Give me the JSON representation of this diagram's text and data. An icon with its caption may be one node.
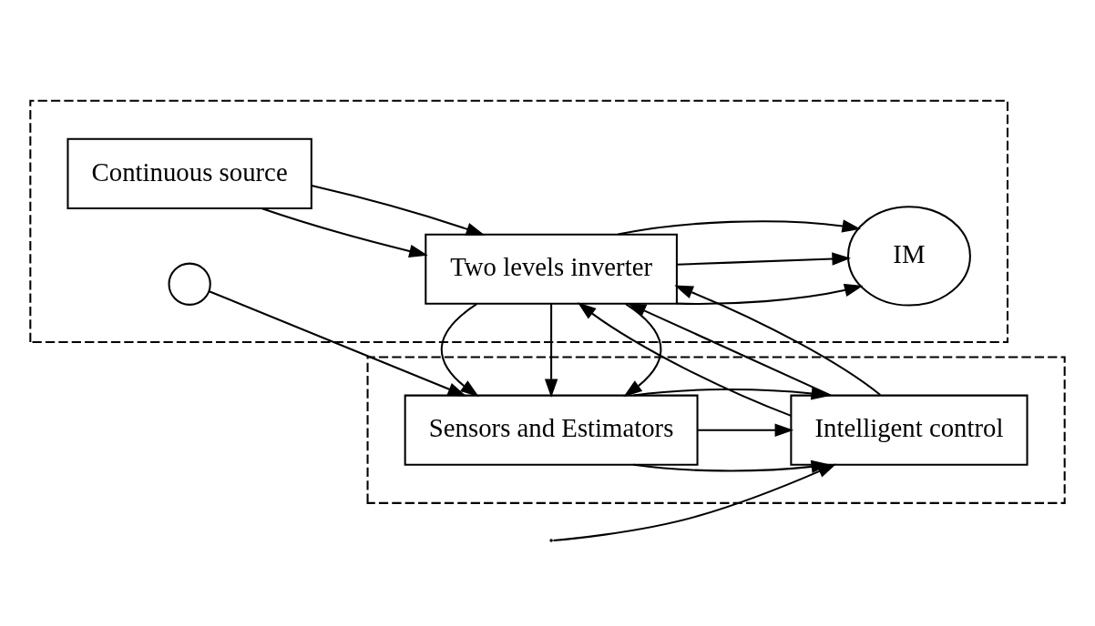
{
  "diagram": {
    "nodes": [
      {
        "text": [],
        "shape": "box"
      },
      {
        "text": [
          "Continuous source"
        ],
        "in": 0
      },
      {
        "text": [
          "Two levels inverter"
        ],
        "in": 0
      },
      {
        "text": [
          "IM"
        ],
        "in": 0
      },
      {
        "text": [],
        "shape": "circle",
        "in": 0
      },
      {
        "text": [],
        "shape": "box"
      },
      {
        "text": [
          "Intelligent control"
        ],
        "in": 5
      },
      {
        "text": [
          "Sensors and Estimators"
        ],
        "in": 5
      }
    ],
    "edges": [
      {
        "from": 1,
        "to": 2,
        "arrow": "to"
      },
      {
        "from": 1,
        "to": 2,
        "arrow": "to"
      },
      {
        "from": 2,
        "to": 3,
        "arrow": "to"
      },
      {
        "from": 2,
        "to": 3,
        "arrow": "to"
      },
      {
        "from": 2,
        "to": 3,
        "arrow": "to"
      },
      {
        "from": 2,
        "to": 7,
        "arrow": "to"
      },
      {
        "from": 2,
        "to": 7,
        "arrow": "to"
      },
      {
        "from": 2,
        "to": 7,
        "arrow": "to"
      },
      {
        "from": 4,
        "to": 7,
        "arrow": "to"
      },
      {
        "from": 7,
        "to": 6,
        "arrow": "to"
      },
      {
        "from": 7,
        "to": 6,
        "arrow": "to"
      },
      {
        "from": 7,
        "to": 6,
        "arrow": "to"
      },
      {
        "from": 6,
        "to": 2,
        "arrow": "to"
      },
      {
        "from": 6,
        "to": 2,
        "arrow": "to"
      },
      {
        "from": 6,
        "to": 2,
        "arrow": "to"
      },
      {
        "from": null,
        "to": 6,
        "arrow": "to"
      }
    ]
  }
}
